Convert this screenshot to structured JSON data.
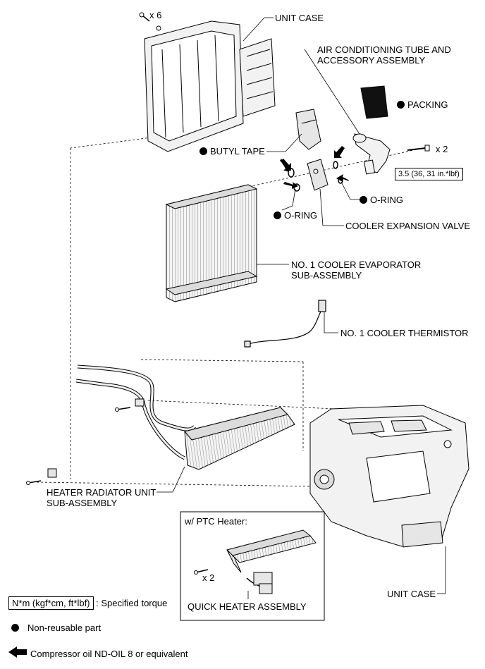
{
  "labels": {
    "unit_case_top": "UNIT CASE",
    "ac_tube": "AIR CONDITIONING TUBE AND ACCESSORY ASSEMBLY",
    "packing": "PACKING",
    "butyl_tape": "BUTYL TAPE",
    "o_ring_left": "O-RING",
    "o_ring_right": "O-RING",
    "cooler_expansion_valve": "COOLER EXPANSION VALVE",
    "evaporator": "NO. 1 COOLER EVAPORATOR SUB-ASSEMBLY",
    "thermistor": "NO. 1 COOLER THERMISTOR",
    "heater_radiator": "HEATER RADIATOR UNIT SUB-ASSEMBLY",
    "ptc_heater": "w/ PTC Heater:",
    "quick_heater": "QUICK HEATER ASSEMBLY",
    "unit_case_bottom": "UNIT CASE"
  },
  "quantities": {
    "screw_unit_case": "x 6",
    "bolt_ac_tube": "x 2",
    "screw_quick_heater": "x 2"
  },
  "torque": "3.5 (36, 31 in.*lbf)",
  "legend": {
    "torque_unit": "N*m (kgf*cm, ft*lbf)",
    "torque_desc": ": Specified torque",
    "non_reusable": "Non-reusable part",
    "compressor_oil": "Compressor oil ND-OIL 8 or equivalent"
  },
  "colors": {
    "line": "#000000",
    "part_fill": "#f2f2f2",
    "part_shade": "#cfcfcf"
  }
}
